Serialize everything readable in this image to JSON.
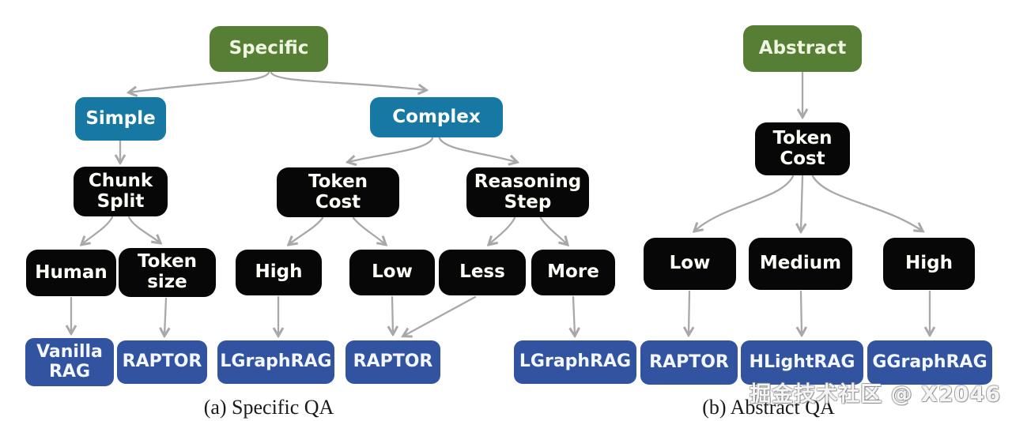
{
  "watermark": "掘金技术社区 @ X2046",
  "colors": {
    "root_green": "#567f35",
    "branch_teal": "#1778a3",
    "criterion_black": "#070707",
    "method_blue": "#3254a0",
    "arrow_gray": "#a8a8a8"
  },
  "tree_a": {
    "caption": "(a) Specific QA",
    "root": "Specific",
    "branches": {
      "simple": "Simple",
      "complex": "Complex"
    },
    "criteria": {
      "chunk_split": "Chunk\nSplit",
      "token_cost": "Token\nCost",
      "reasoning_step": "Reasoning\nStep"
    },
    "options": {
      "human": "Human",
      "token_size": "Token\nsize",
      "high": "High",
      "low": "Low",
      "less": "Less",
      "more": "More"
    },
    "methods": {
      "vanilla_rag": "Vanilla\nRAG",
      "raptor_1": "RAPTOR",
      "lgraphrag_1": "LGraphRAG",
      "raptor_2": "RAPTOR",
      "lgraphrag_2": "LGraphRAG"
    }
  },
  "tree_b": {
    "caption": "(b) Abstract QA",
    "root": "Abstract",
    "criteria": {
      "token_cost": "Token\nCost"
    },
    "options": {
      "low": "Low",
      "medium": "Medium",
      "high": "High"
    },
    "methods": {
      "raptor": "RAPTOR",
      "hlightrag": "HLightRAG",
      "ggraphrag": "GGraphRAG"
    }
  }
}
